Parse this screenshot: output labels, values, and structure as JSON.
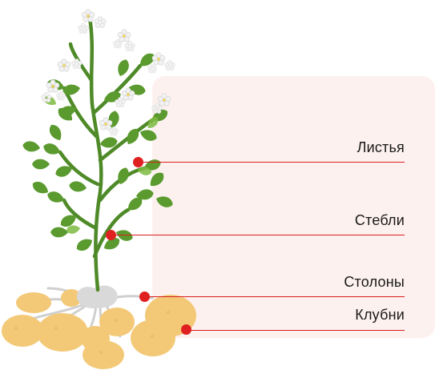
{
  "colors": {
    "panel": "#fcf1ef",
    "leaf": "#5a9a2e",
    "leaf_light": "#7dba40",
    "stem": "#4f8a28",
    "flower": "#f2f2f2",
    "tuber": "#f3c978",
    "root": "#c9c9c9",
    "marker": "#e02020",
    "leader_line": "#d91e1e"
  },
  "labels": {
    "leaves": "Листья",
    "stems": "Стебли",
    "stolons": "Столоны",
    "tubers": "Клубни"
  },
  "icons": [
    "potato-plant-illustration",
    "flower-icon",
    "leaf-icon",
    "tuber-icon"
  ]
}
